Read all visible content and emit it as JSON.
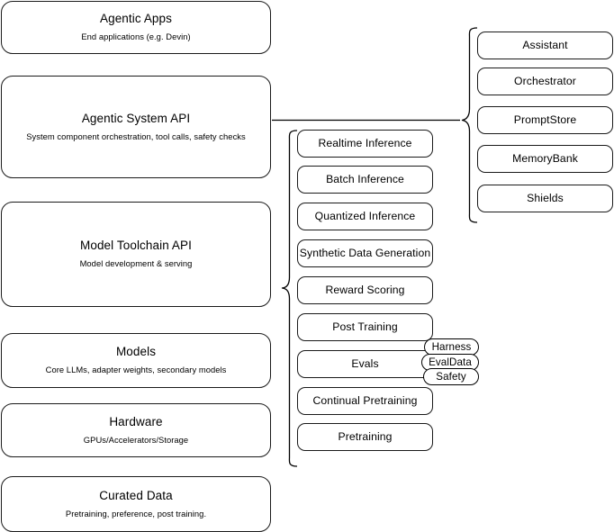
{
  "diagram": {
    "background_color": "#ffffff",
    "stroke_color": "#000000",
    "text_color": "#000000"
  },
  "layers": [
    {
      "title": "Agentic Apps",
      "subtitle": "End applications (e.g. Devin)"
    },
    {
      "title": "Agentic System API",
      "subtitle": "System component orchestration, tool calls, safety checks"
    },
    {
      "title": "Model Toolchain API",
      "subtitle": "Model development & serving"
    },
    {
      "title": "Models",
      "subtitle": "Core LLMs, adapter weights, secondary models"
    },
    {
      "title": "Hardware",
      "subtitle": "GPUs/Accelerators/Storage"
    },
    {
      "title": "Curated Data",
      "subtitle": "Pretraining, preference, post training."
    }
  ],
  "toolchain_items": [
    {
      "label": "Realtime Inference"
    },
    {
      "label": "Batch Inference"
    },
    {
      "label": "Quantized Inference"
    },
    {
      "label": "Synthetic Data Generation"
    },
    {
      "label": "Reward Scoring"
    },
    {
      "label": "Post Training"
    },
    {
      "label": "Evals"
    },
    {
      "label": "Continual Pretraining"
    },
    {
      "label": "Pretraining"
    }
  ],
  "eval_pills": [
    {
      "label": "Harness"
    },
    {
      "label": "EvalData"
    },
    {
      "label": "Safety"
    }
  ],
  "system_items": [
    {
      "label": "Assistant"
    },
    {
      "label": "Orchestrator"
    },
    {
      "label": "PromptStore"
    },
    {
      "label": "MemoryBank"
    },
    {
      "label": "Shields"
    }
  ]
}
